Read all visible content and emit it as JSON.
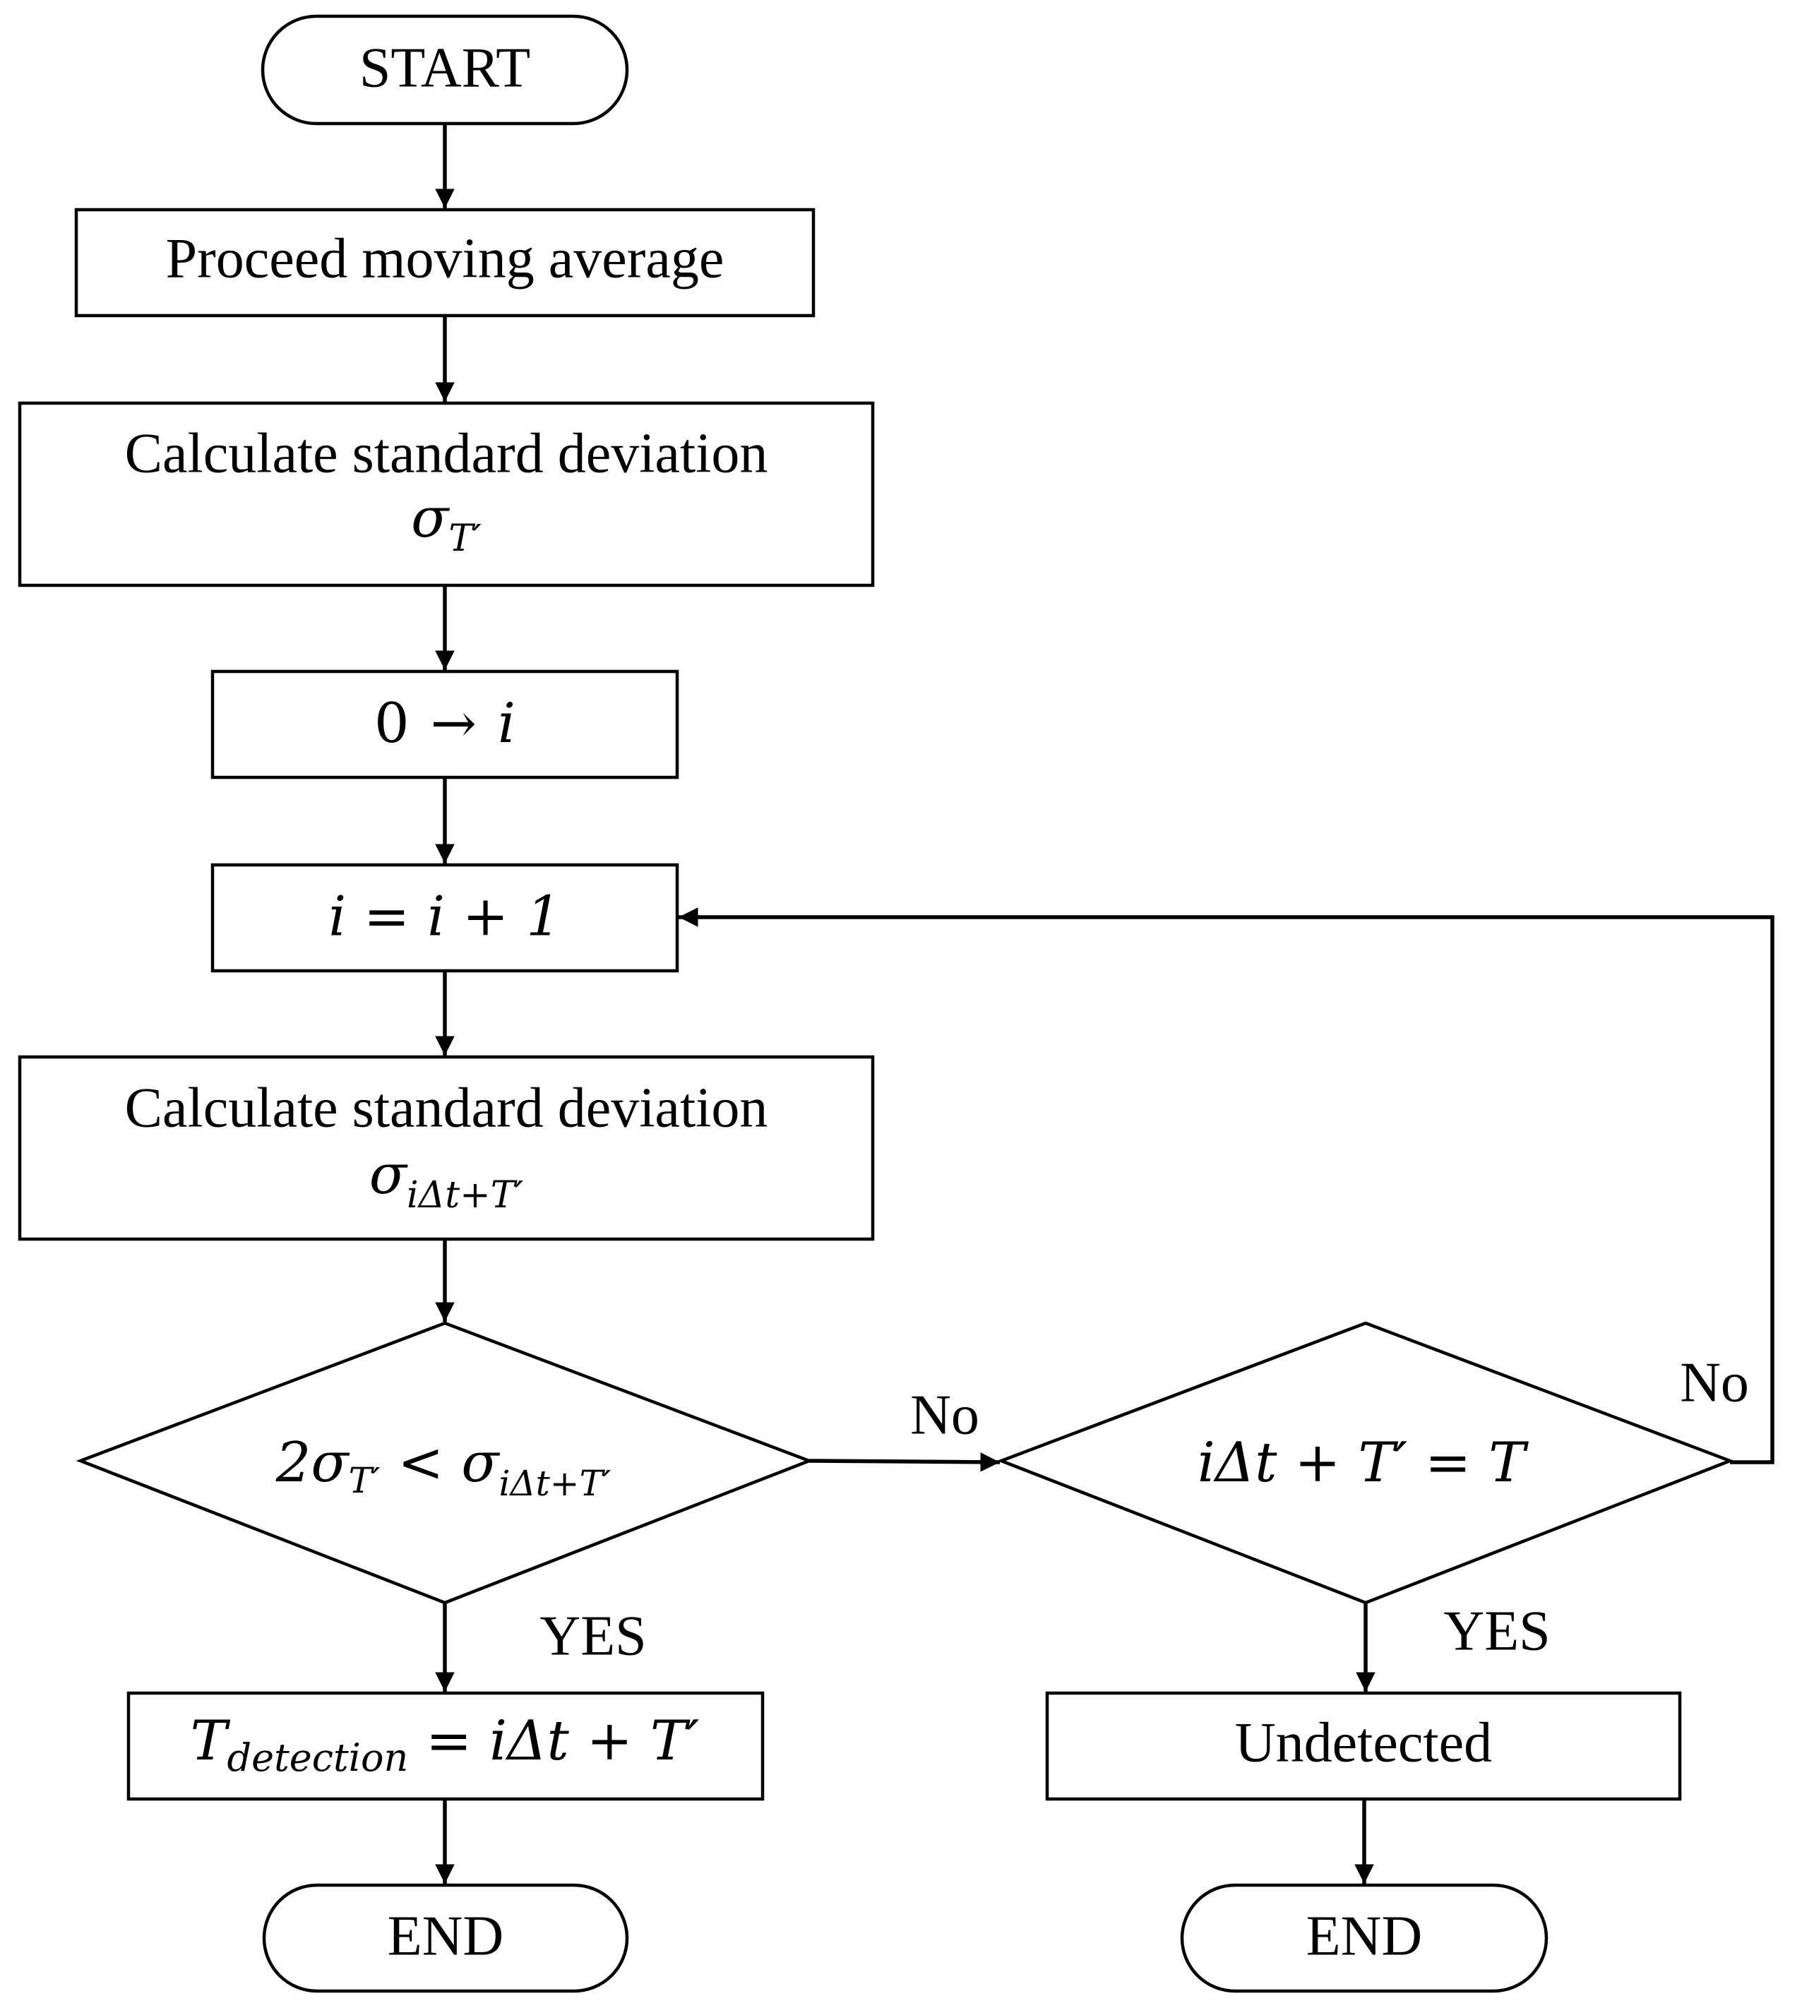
{
  "flowchart": {
    "start": "START",
    "moving_average": "Proceed moving average",
    "calc_std_1": {
      "text": "Calculate standard deviation",
      "symbol": "σ",
      "sub": "T′"
    },
    "init": {
      "lhs": "0",
      "arrow": "→",
      "rhs": "i"
    },
    "increment": "i = i + 1",
    "calc_std_2": {
      "text": "Calculate standard deviation",
      "symbol": "σ",
      "sub": "iΔt+T′"
    },
    "decision_1": {
      "coef": "2σ",
      "sub1": "T′",
      "op": " < σ",
      "sub2": "iΔt+T′"
    },
    "decision_2": "iΔt + T′ = T",
    "detection": {
      "t": "T",
      "sub": "detection",
      "rhs": " = iΔt + T′"
    },
    "undetected": "Undetected",
    "end_left": "END",
    "end_right": "END",
    "label_no_1": "No",
    "label_no_2": "No",
    "label_yes_1": "YES",
    "label_yes_2": "YES"
  }
}
